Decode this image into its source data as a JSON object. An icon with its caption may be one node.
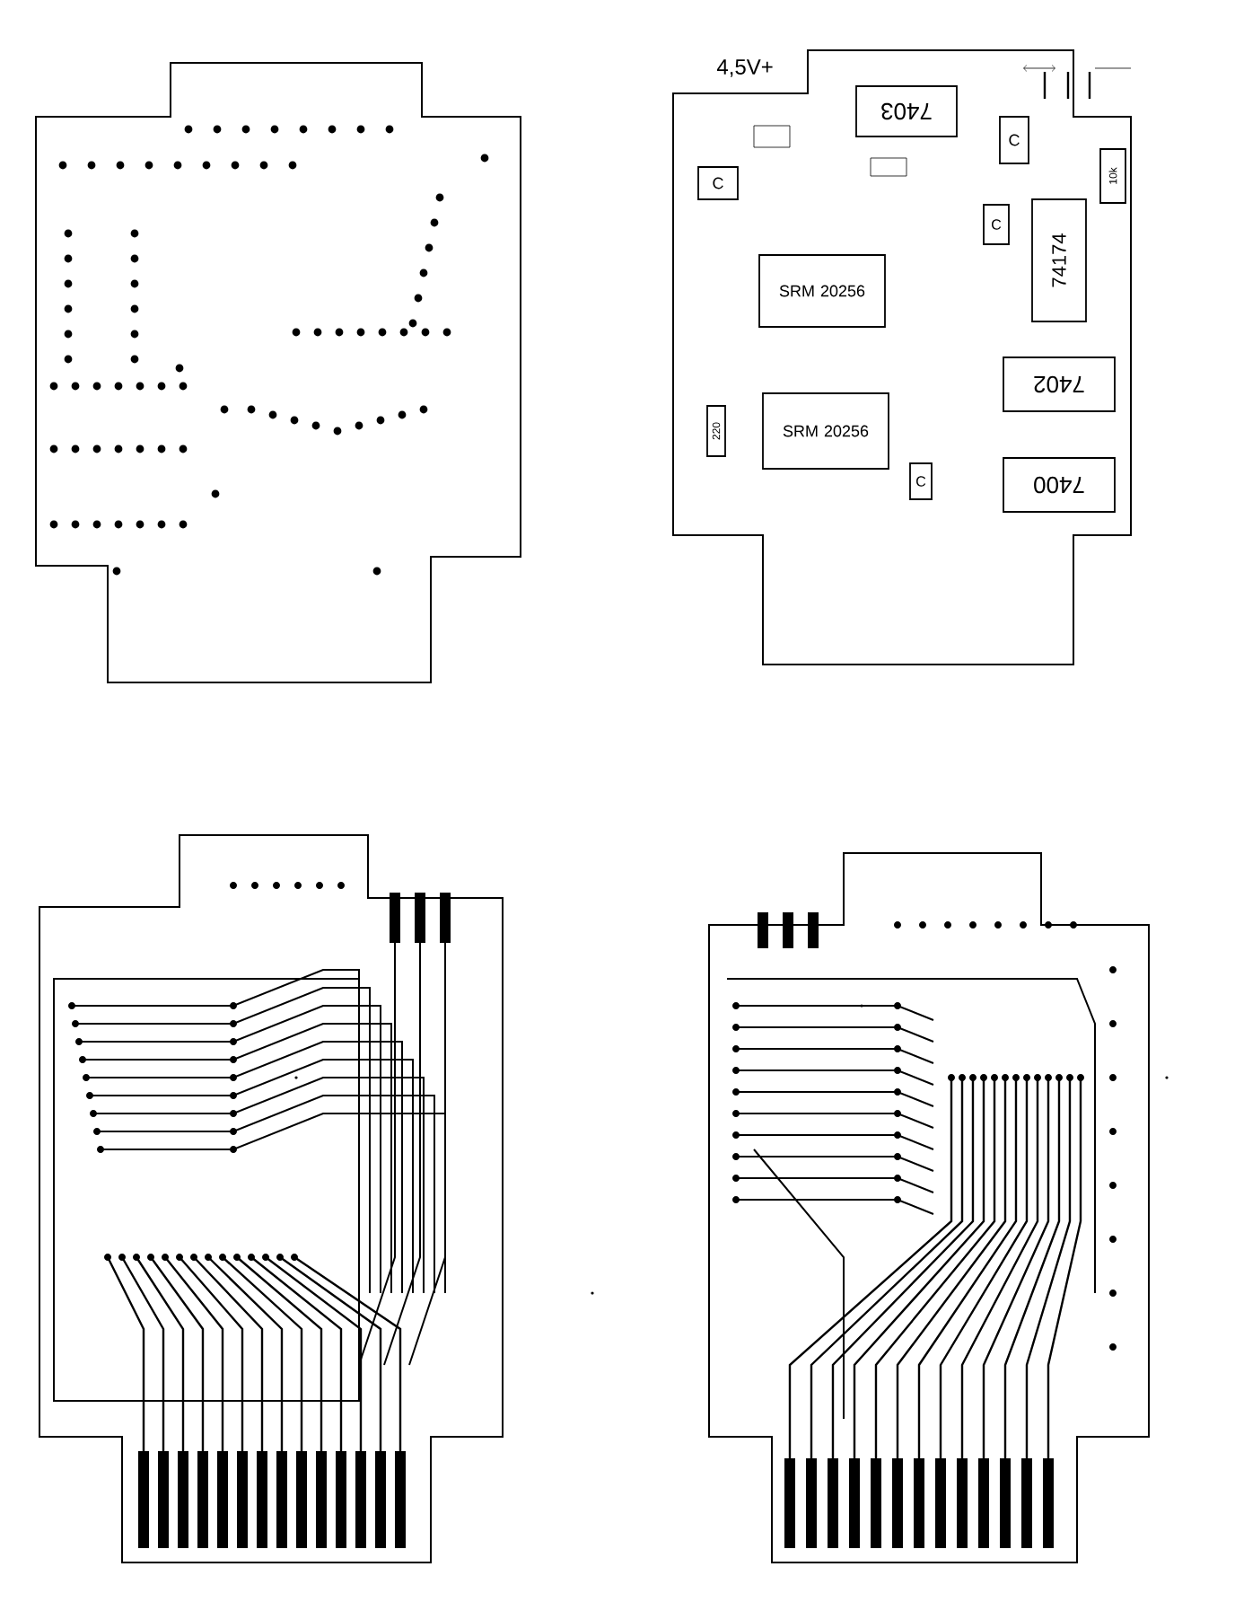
{
  "diagram": {
    "nodes": [
      {
        "text": [
          "7403"
        ]
      },
      {
        "text": [
          "SRM 20256"
        ]
      },
      {
        "text": [
          "74174"
        ]
      },
      {
        "text": [
          "SRM 20256"
        ]
      },
      {
        "text": [
          "7402"
        ]
      },
      {
        "text": [
          "7400"
        ]
      },
      {
        "text": [
          "C"
        ]
      },
      {
        "text": [
          "C"
        ]
      },
      {
        "text": [
          "C"
        ]
      },
      {
        "text": [
          "C"
        ]
      },
      {
        "text": [
          "10k"
        ]
      },
      {
        "text": [
          "220"
        ]
      }
    ],
    "labels": [
      "4,5V+"
    ]
  }
}
